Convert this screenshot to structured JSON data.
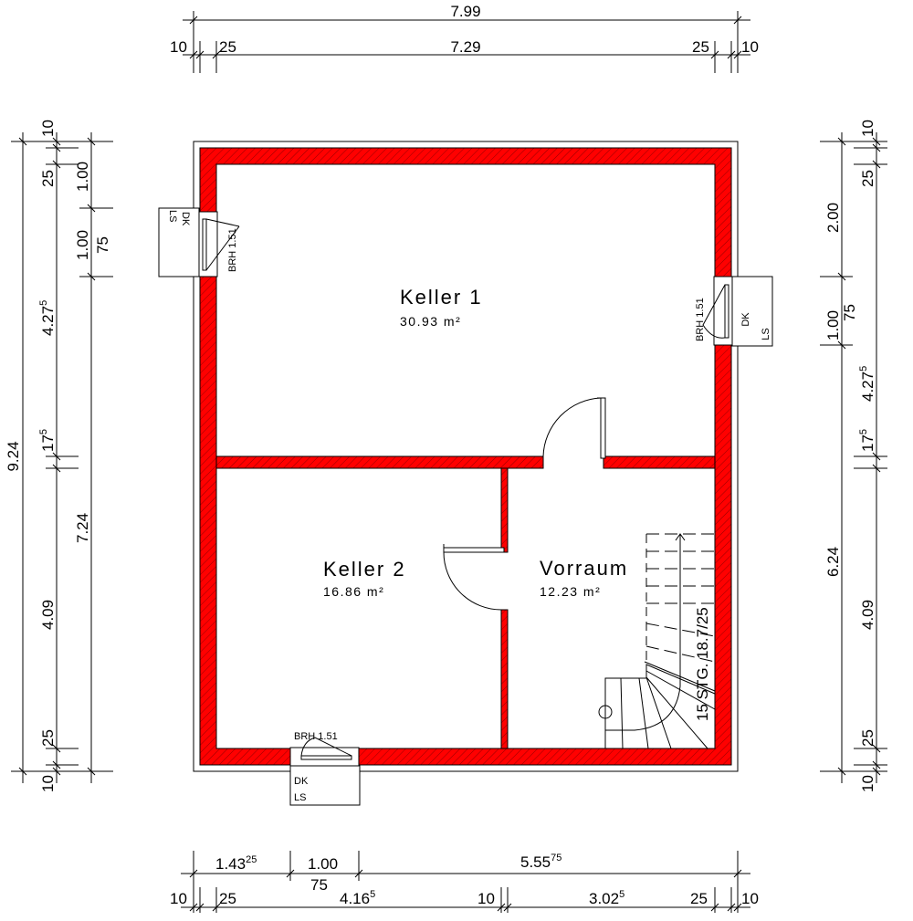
{
  "colors": {
    "wall": "#ff0000",
    "hatch": "#6a0000",
    "line": "#000000"
  },
  "rooms": [
    {
      "name": "Keller 1",
      "area": "30.93 m²"
    },
    {
      "name": "Keller 2",
      "area": "16.86 m²"
    },
    {
      "name": "Vorraum",
      "area": "12.23 m²"
    }
  ],
  "stairs": {
    "label": "15 STG. 18.7/25"
  },
  "windows": [
    {
      "brh": "BRH 1.51",
      "top": "LS",
      "bottom": "DK"
    },
    {
      "brh": "BRH 1.51",
      "top": "DK",
      "bottom": "LS"
    },
    {
      "brh": "BRH 1.51",
      "top": "DK",
      "bottom": "LS"
    }
  ],
  "dims": {
    "top_total": "7.99",
    "top": {
      "a": "10",
      "b": "25",
      "c": "7.29",
      "d": "25",
      "e": "10"
    },
    "left_total": "9.24",
    "left_mid": {
      "a": "10",
      "b": "25",
      "c": "4.27",
      "c_sup": "5",
      "d": "17",
      "d_sup": "5",
      "e": "4.09",
      "f": "25",
      "g": "10"
    },
    "left_inner": {
      "a": "1.00",
      "b": "1.00",
      "b2": "75",
      "c": "7.24"
    },
    "right_outer": {
      "a": "2.00",
      "b": "1.00",
      "b2": "75",
      "c": "6.24"
    },
    "right_mid": {
      "a": "10",
      "b": "25",
      "c": "4.27",
      "c_sup": "5",
      "d": "17",
      "d_sup": "5",
      "e": "4.09",
      "f": "25",
      "g": "10"
    },
    "bottom_upper": {
      "a": "1.43",
      "a_sup": "25",
      "b": "1.00",
      "b2": "75",
      "c": "5.55",
      "c_sup": "75"
    },
    "bottom_lower": {
      "a": "10",
      "b": "25",
      "c": "4.16",
      "c_sup": "5",
      "d": "10",
      "e": "3.02",
      "e_sup": "5",
      "f": "25",
      "g": "10"
    }
  }
}
